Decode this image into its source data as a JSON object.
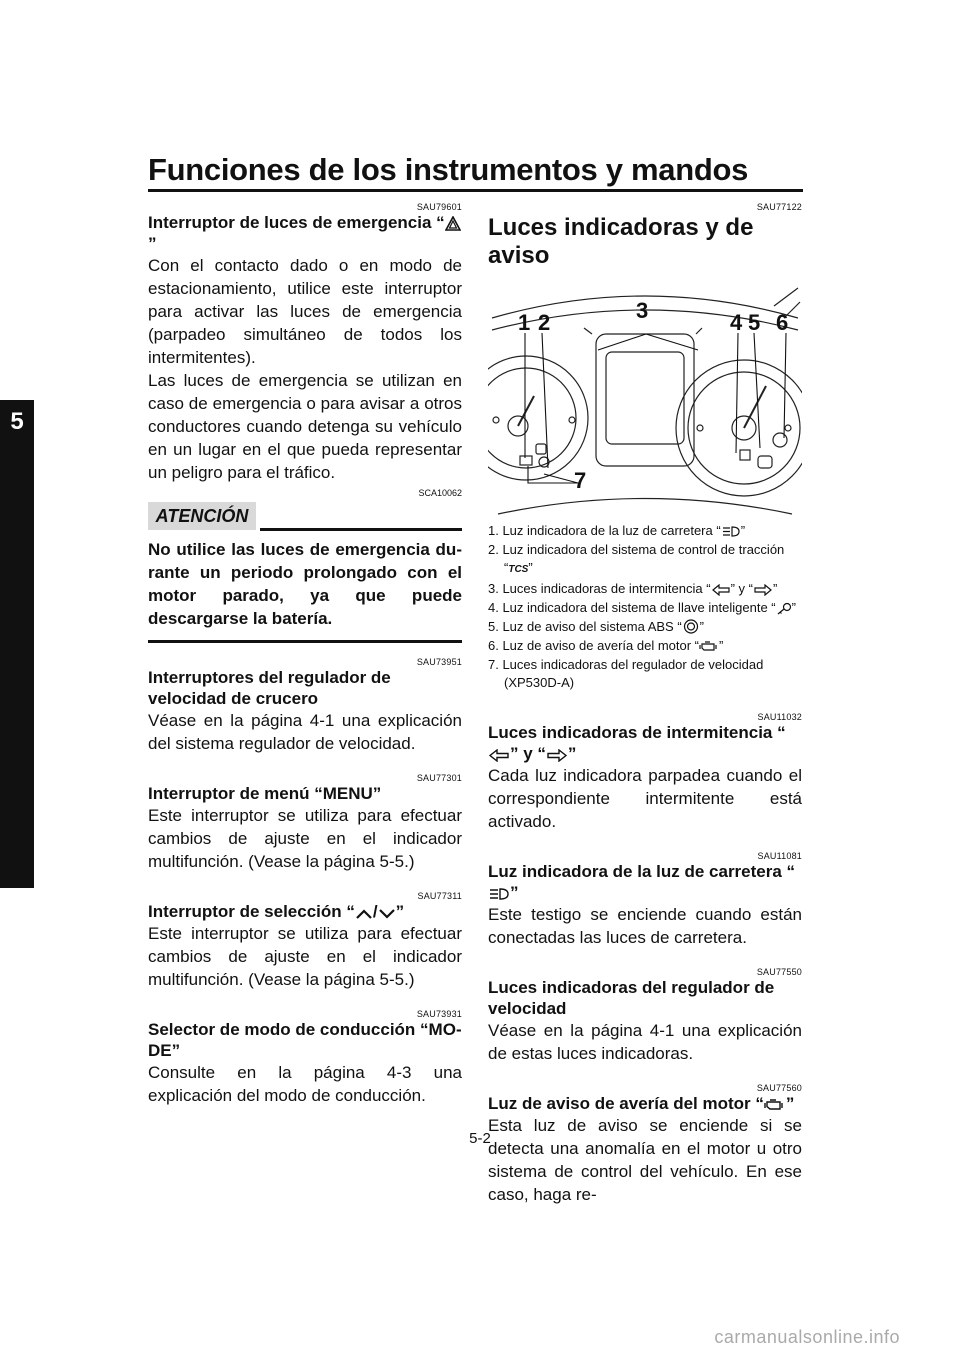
{
  "header": {
    "title": "Funciones de los instrumentos y mandos",
    "chapter_tab": "5"
  },
  "left": {
    "s1": {
      "code": "SAU79601",
      "title_a": "Interruptor de luces de emergencia “",
      "title_b": "”",
      "body": "Con el contacto dado o en modo de estacio­namiento, utilice este interruptor para acti­var las luces de emergencia (parpadeo simultáneo de todos los intermitentes).",
      "body2": "Las luces de emergencia se utilizan en caso de emergencia o para avisar a otros conductores cuando detenga su vehículo en un lugar en el que pueda representar un peligro para el tráfico."
    },
    "warn": {
      "badge": "ATENCIÓN",
      "code": "SCA10062",
      "text": "No utilice las luces de emergencia du­rante un periodo prolongado con el mo­tor parado, ya que puede descargarse la batería."
    },
    "s2": {
      "code": "SAU73951",
      "title": "Interruptores del regulador de velocidad de crucero",
      "body": "Véase en la página 4-1 una explicación del sistema regulador de velocidad."
    },
    "s3": {
      "code": "SAU77301",
      "title": "Interruptor de menú “MENU”",
      "body": "Este interruptor se utiliza para efectuar cambios de ajuste en el indicador multifun­ción. (Vease la página 5-5.)"
    },
    "s4": {
      "code": "SAU77311",
      "title_a": "Interruptor de selección “",
      "title_sep": "/",
      "title_b": "”",
      "body": "Este interruptor se utiliza para efectuar cambios de ajuste en el indicador multifun­ción. (Vease la página 5-5.)"
    },
    "s5": {
      "code": "SAU73931",
      "title": "Selector de modo de conducción “MO­DE”",
      "body": "Consulte en la página 4-3 una explicación del modo de conducción."
    }
  },
  "right": {
    "main": {
      "code": "SAU77122",
      "title": "Luces indicadoras y de aviso"
    },
    "figure_labels": [
      "1",
      "2",
      "3",
      "4",
      "5",
      "6",
      "7"
    ],
    "legend": [
      {
        "a": "1. Luz indicadora de la luz de carretera “",
        "b": "”",
        "icon": "high-beam-icon"
      },
      {
        "a": "2. Luz indicadora del sistema de control de tracción “",
        "b": "”",
        "icon": "tcs-icon"
      },
      {
        "a": "3. Luces indicadoras de intermitencia “",
        "m": "” y “",
        "b": "”",
        "icon": "turn-signal-icons"
      },
      {
        "a": "4. Luz indicadora del sistema de llave inteligente “",
        "b": "”",
        "icon": "smart-key-icon"
      },
      {
        "a": "5. Luz de aviso del sistema ABS “",
        "b": "”",
        "icon": "abs-icon"
      },
      {
        "a": "6. Luz de aviso de avería del motor “",
        "b": "”",
        "icon": "engine-icon"
      },
      {
        "a": "7. Luces indicadoras del regulador de velocidad (XP530D-A)"
      }
    ],
    "tcs_text": "TCS",
    "r1": {
      "code": "SAU11032",
      "title_a": "Luces indicadoras de intermitencia “",
      "title_m": "” y “",
      "title_b": "”",
      "body": "Cada luz indicadora parpadea cuando el correspondiente intermitente está activado."
    },
    "r2": {
      "code": "SAU11081",
      "title_a": "Luz indicadora de la luz de carretera “",
      "title_b": "”",
      "body": "Este testigo se enciende cuando están co­nectadas las luces de carretera."
    },
    "r3": {
      "code": "SAU77550",
      "title": "Luces indicadoras del regulador de velo­cidad",
      "body": "Véase en la página 4-1 una explicación de estas luces indicadoras."
    },
    "r4": {
      "code": "SAU77560",
      "title_a": "Luz de aviso de avería del motor “",
      "title_b": "”",
      "body": "Esta luz de aviso se enciende si se detecta una anomalía en el motor u otro sistema de control del vehículo. En ese caso, haga re-"
    }
  },
  "footer": {
    "page_number": "5-2",
    "watermark": "carmanualsonline.info"
  }
}
